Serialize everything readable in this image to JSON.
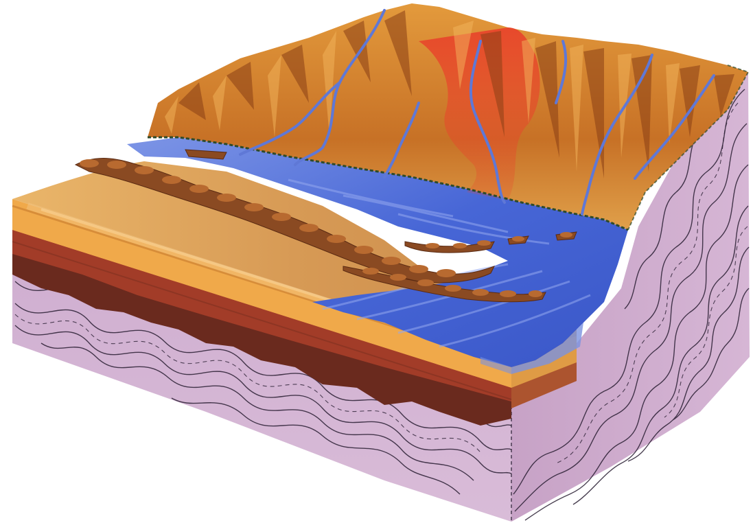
{
  "diagram": {
    "labels": [],
    "colors": {
      "background": "#ffffff",
      "mountain_light": "#d9892f",
      "mountain_dark": "#7a3a12",
      "mountain_red": "#e0442a",
      "ridge_line": "#2e4a2a",
      "water_light": "#6f8fe8",
      "water_dark": "#2f4fbf",
      "shore_sand": "#e4a85a",
      "ridge_brown": "#8a4a22",
      "layer_orange": "#f0a94a",
      "layer_red": "#a23c28",
      "layer_dark": "#6a2a1e",
      "bedrock": "#c9a6c9",
      "contour_line": "#2a1f33"
    },
    "elements": [
      "mountain-range",
      "river-channels",
      "lagoon-water",
      "barrier-ridges",
      "coastal-plain",
      "sediment-layers",
      "folded-bedrock"
    ]
  }
}
